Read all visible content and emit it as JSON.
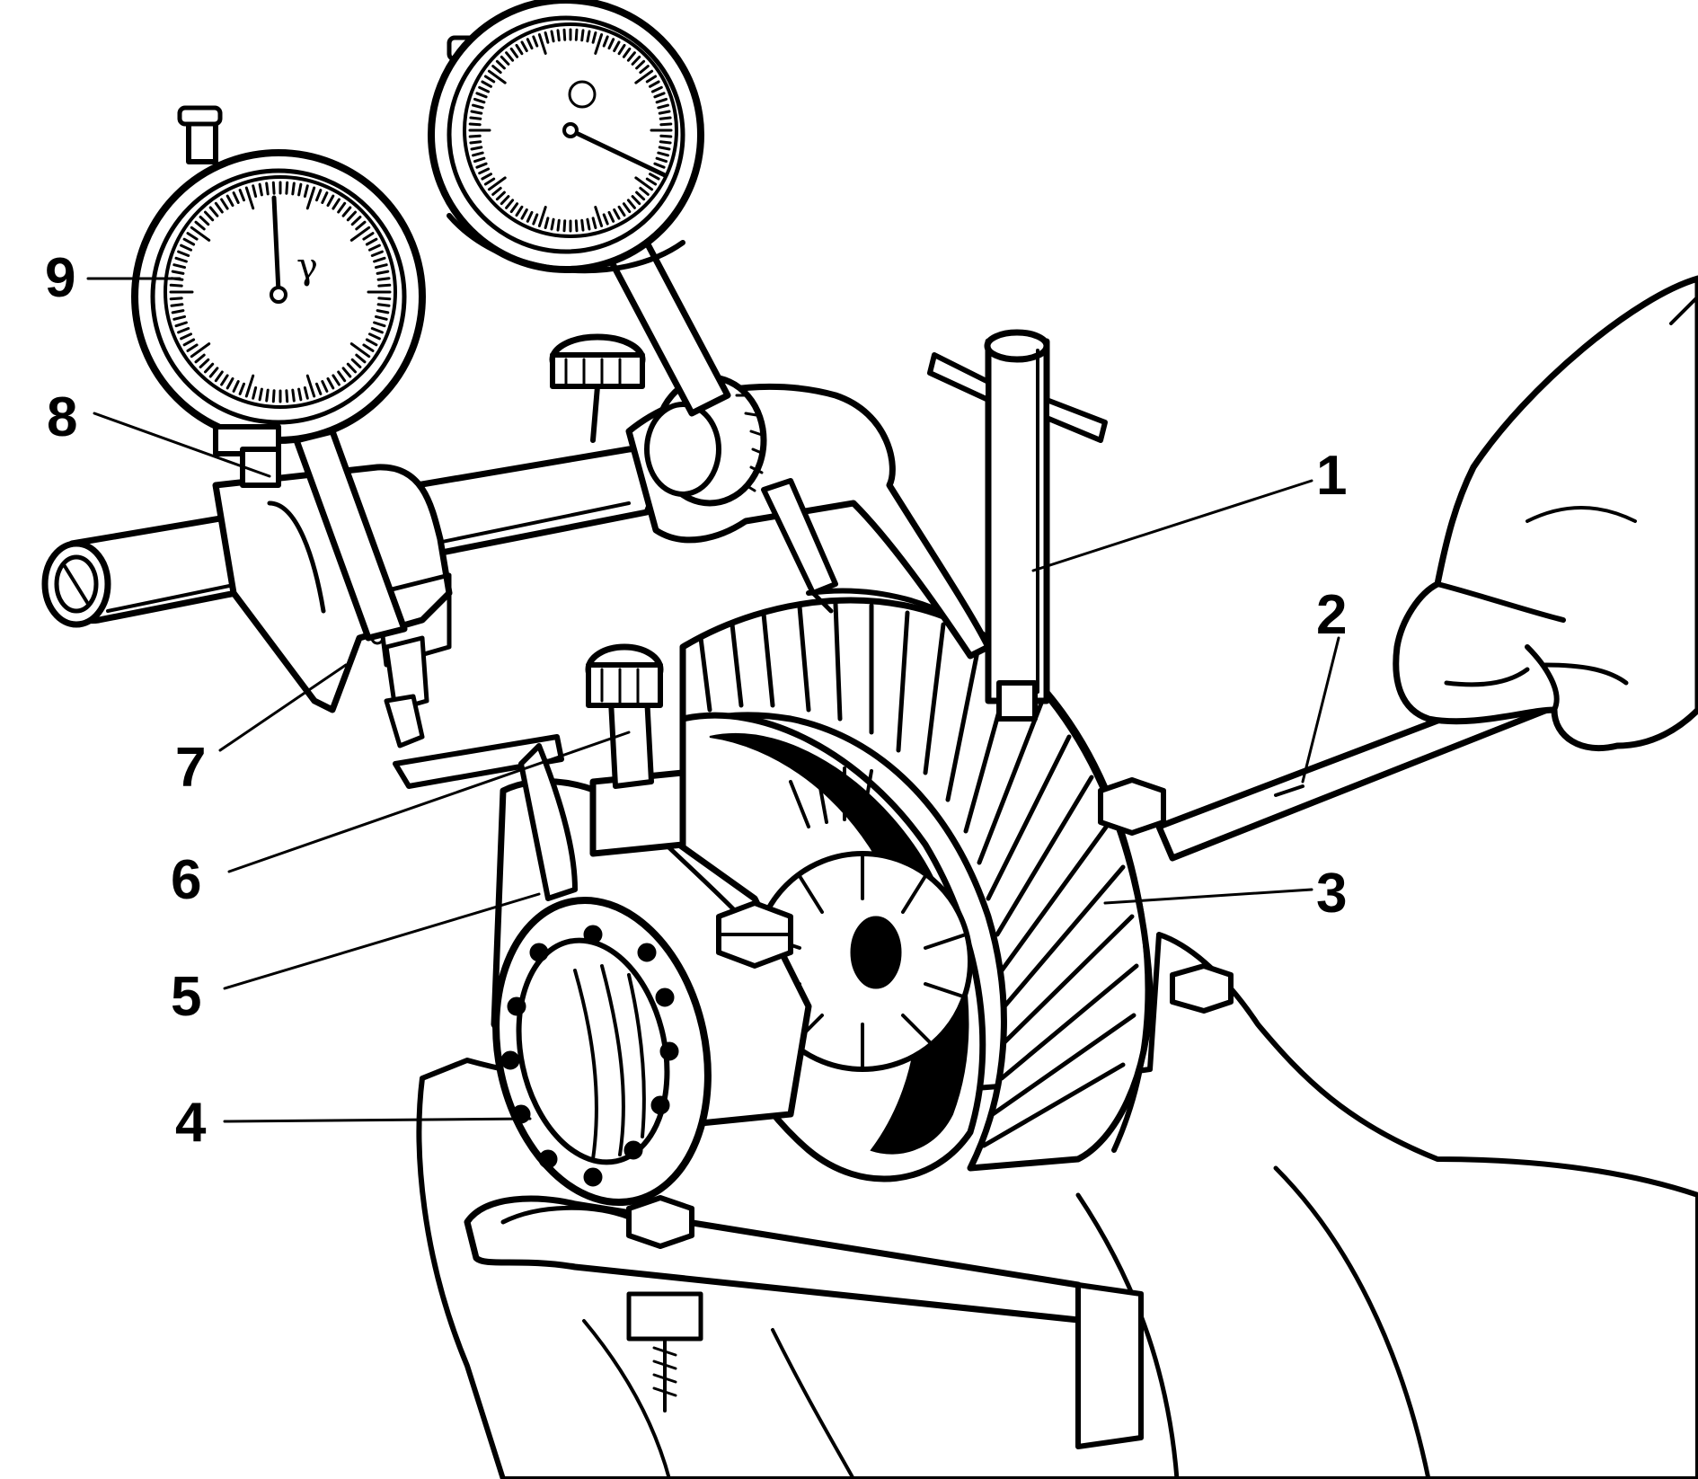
{
  "callouts": [
    {
      "id": "1",
      "label": "1"
    },
    {
      "id": "2",
      "label": "2"
    },
    {
      "id": "3",
      "label": "3"
    },
    {
      "id": "4",
      "label": "4"
    },
    {
      "id": "5",
      "label": "5"
    },
    {
      "id": "6",
      "label": "6"
    },
    {
      "id": "7",
      "label": "7"
    },
    {
      "id": "8",
      "label": "8"
    },
    {
      "id": "9",
      "label": "9"
    }
  ],
  "colors": {
    "ink": "#000000",
    "paper": "#ffffff"
  },
  "icons": {
    "dial_indicator_left": "dial-indicator-icon",
    "dial_indicator_right": "dial-indicator-icon",
    "hand": "hand-icon"
  }
}
